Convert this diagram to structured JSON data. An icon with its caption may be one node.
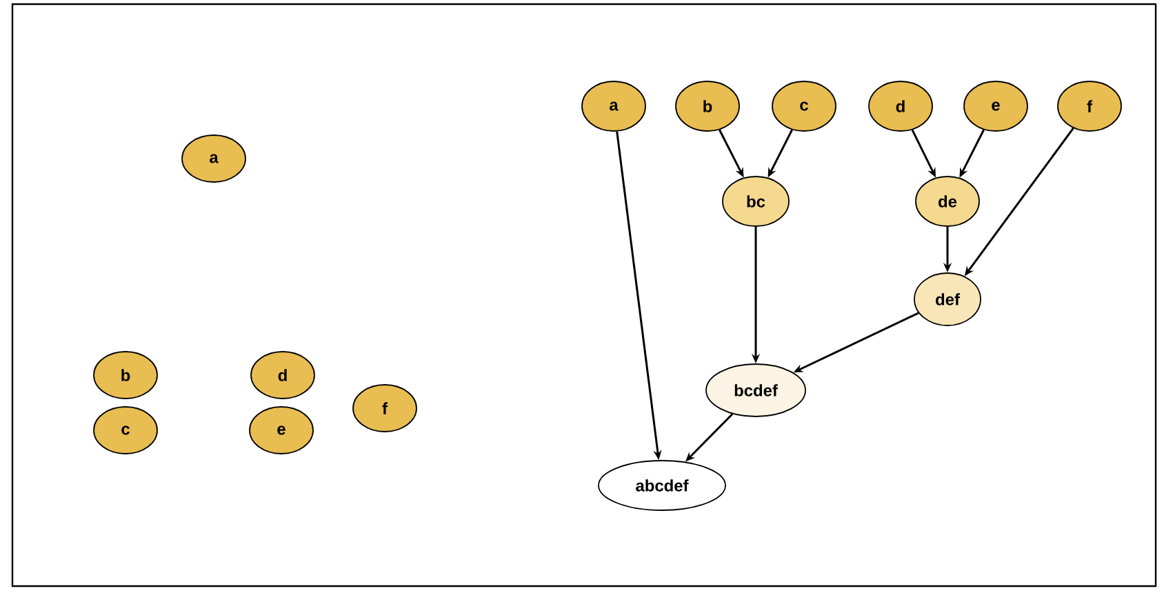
{
  "diagram": {
    "nodes": [
      {
        "text": [
          "a"
        ]
      },
      {
        "text": [
          "b"
        ]
      },
      {
        "text": [
          "c"
        ]
      },
      {
        "text": [
          "d"
        ]
      },
      {
        "text": [
          "e"
        ]
      },
      {
        "text": [
          "f"
        ]
      },
      {
        "text": [
          "a"
        ]
      },
      {
        "text": [
          "b"
        ]
      },
      {
        "text": [
          "c"
        ]
      },
      {
        "text": [
          "d"
        ]
      },
      {
        "text": [
          "e"
        ]
      },
      {
        "text": [
          "f"
        ]
      },
      {
        "text": [
          "bc"
        ]
      },
      {
        "text": [
          "de"
        ]
      },
      {
        "text": [
          "def"
        ]
      },
      {
        "text": [
          "bcdef"
        ]
      },
      {
        "text": [
          "abcdef"
        ]
      }
    ],
    "edges": [
      {
        "from": 7,
        "to": 12,
        "arrow": "to"
      },
      {
        "from": 8,
        "to": 12,
        "arrow": "to"
      },
      {
        "from": 9,
        "to": 13,
        "arrow": "to"
      },
      {
        "from": 10,
        "to": 13,
        "arrow": "to"
      },
      {
        "from": 13,
        "to": 14,
        "arrow": "to"
      },
      {
        "from": 11,
        "to": 14,
        "arrow": "to"
      },
      {
        "from": 12,
        "to": 15,
        "arrow": "to"
      },
      {
        "from": 14,
        "to": 15,
        "arrow": "to"
      },
      {
        "from": 6,
        "to": 16,
        "arrow": "to"
      },
      {
        "from": 15,
        "to": 16,
        "arrow": "to"
      }
    ]
  }
}
